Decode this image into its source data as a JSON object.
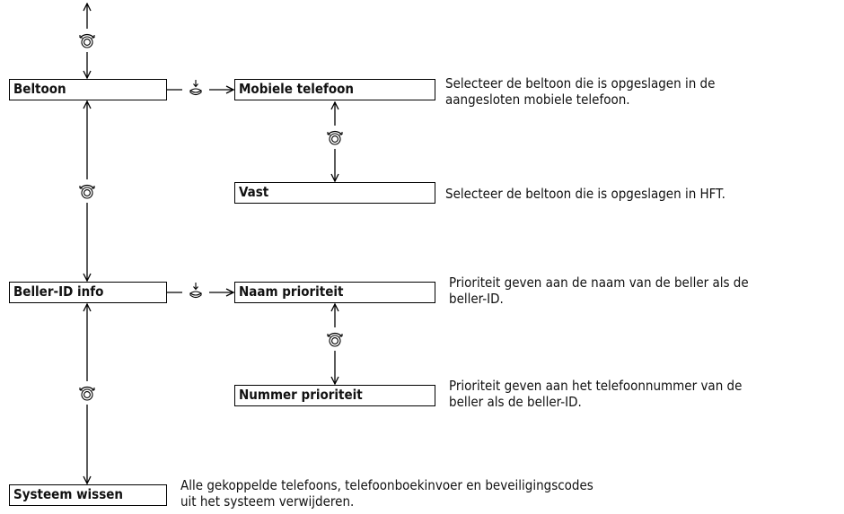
{
  "menu": {
    "beltoon": "Beltoon",
    "beller_id_info": "Beller-ID info",
    "systeem_wissen": "Systeem wissen"
  },
  "submenu": {
    "mobiele_telefoon": "Mobiele telefoon",
    "vast": "Vast",
    "naam_prioriteit": "Naam prioriteit",
    "nummer_prioriteit": "Nummer prioriteit"
  },
  "descriptions": {
    "mobiele_telefoon": [
      "Selecteer de beltoon die is opgeslagen in de",
      "aangesloten mobiele telefoon."
    ],
    "vast": [
      "Selecteer de beltoon die is opgeslagen in HFT."
    ],
    "naam_prioriteit": [
      "Prioriteit geven aan de naam van de beller als de",
      "beller-ID."
    ],
    "nummer_prioriteit": [
      "Prioriteit geven aan het telefoonnummer van de",
      "beller als de beller-ID."
    ],
    "systeem_wissen": [
      "Alle gekoppelde telefoons, telefoonboekinvoer en beveiligingscodes",
      "uit het systeem verwijderen."
    ]
  },
  "icons": {
    "rotate": "rotate-knob-icon",
    "press": "press-knob-icon"
  }
}
